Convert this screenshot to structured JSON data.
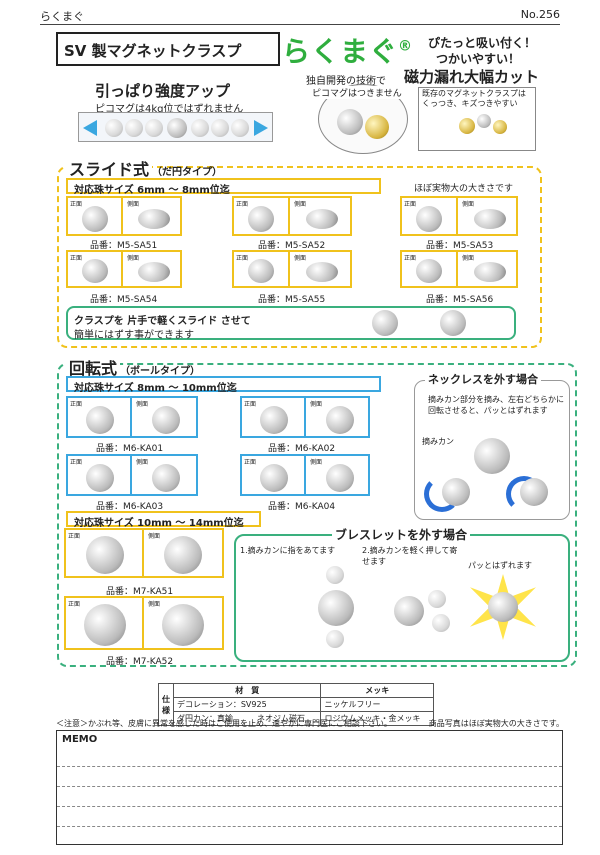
{
  "header": {
    "brand_small": "らくまぐ",
    "page_no": "No.256"
  },
  "title": {
    "main": "SV 製マグネットクラスプ",
    "brand": "らくまぐ",
    "brand_mark": "®",
    "tagline1": "ぴたっと吸い付く！",
    "tagline2": "つかいやすい！"
  },
  "features": {
    "pull_title": "引っぱり強度アップ",
    "pull_sub": "ピコマグは4kg位ではずれません",
    "tech": "独自開発の技術で",
    "leak": "磁力漏れ大幅カット",
    "tech_sub": "ピコマグはつきません",
    "existing": "既存のマグネットクラスプは くっつき、キズつきやすい"
  },
  "slide": {
    "title": "スライド式",
    "subtitle": "（だ円タイプ）",
    "size": "対応珠サイズ 6mm 〜 8mm位迄",
    "actual_size_note": "ほぼ実物大の大きさです",
    "front": "正面",
    "side": "側面",
    "products": [
      {
        "code": "品番：M5-SA51"
      },
      {
        "code": "品番：M5-SA52"
      },
      {
        "code": "品番：M5-SA53"
      },
      {
        "code": "品番：M5-SA54"
      },
      {
        "code": "品番：M5-SA55"
      },
      {
        "code": "品番：M5-SA56"
      }
    ],
    "hint1": "クラスプを 片手で軽くスライド させて",
    "hint2": "簡単にはずす事ができます"
  },
  "rotate": {
    "title": "回転式",
    "subtitle": "（ボールタイプ）",
    "size1": "対応珠サイズ 8mm 〜 10mm位迄",
    "size2": "対応珠サイズ 10mm 〜 14mm位迄",
    "front": "正面",
    "side": "側面",
    "products_small": [
      {
        "code": "品番：M6-KA01"
      },
      {
        "code": "品番：M6-KA02"
      },
      {
        "code": "品番：M6-KA03"
      },
      {
        "code": "品番：M6-KA04"
      }
    ],
    "products_large": [
      {
        "code": "品番：M7-KA51"
      },
      {
        "code": "品番：M7-KA52"
      }
    ]
  },
  "necklace": {
    "title": "ネックレスを外す場合",
    "text": "摘みカン部分を摘み、左右どちらかに回転させると、パッとはずれます",
    "label": "摘みカン"
  },
  "bracelet": {
    "title": "ブレスレットを外す場合",
    "step1": "1.摘みカンに指をあてます",
    "step2": "2.摘みカンを軽く押して寄せます",
    "step3": "パッとはずれます"
  },
  "spec": {
    "label": "仕様",
    "material_header": "材　質",
    "plating_header": "メッキ",
    "row1_material": "デコレーション：SV925",
    "row1_plating": "ニッケルフリー",
    "row2_material": "ダ円カン：真鍮　　　ネオジム磁石",
    "row2_plating": "ロジウムメッキ・金メッキ"
  },
  "notice": "＜注意＞かぶれ等、皮膚に異常を感じた時はご使用を止め、速やかに専門医にご相談下さい。",
  "notice_right": "商品写真はほぼ実物大の大きさです。",
  "memo": {
    "label": "MEMO"
  }
}
